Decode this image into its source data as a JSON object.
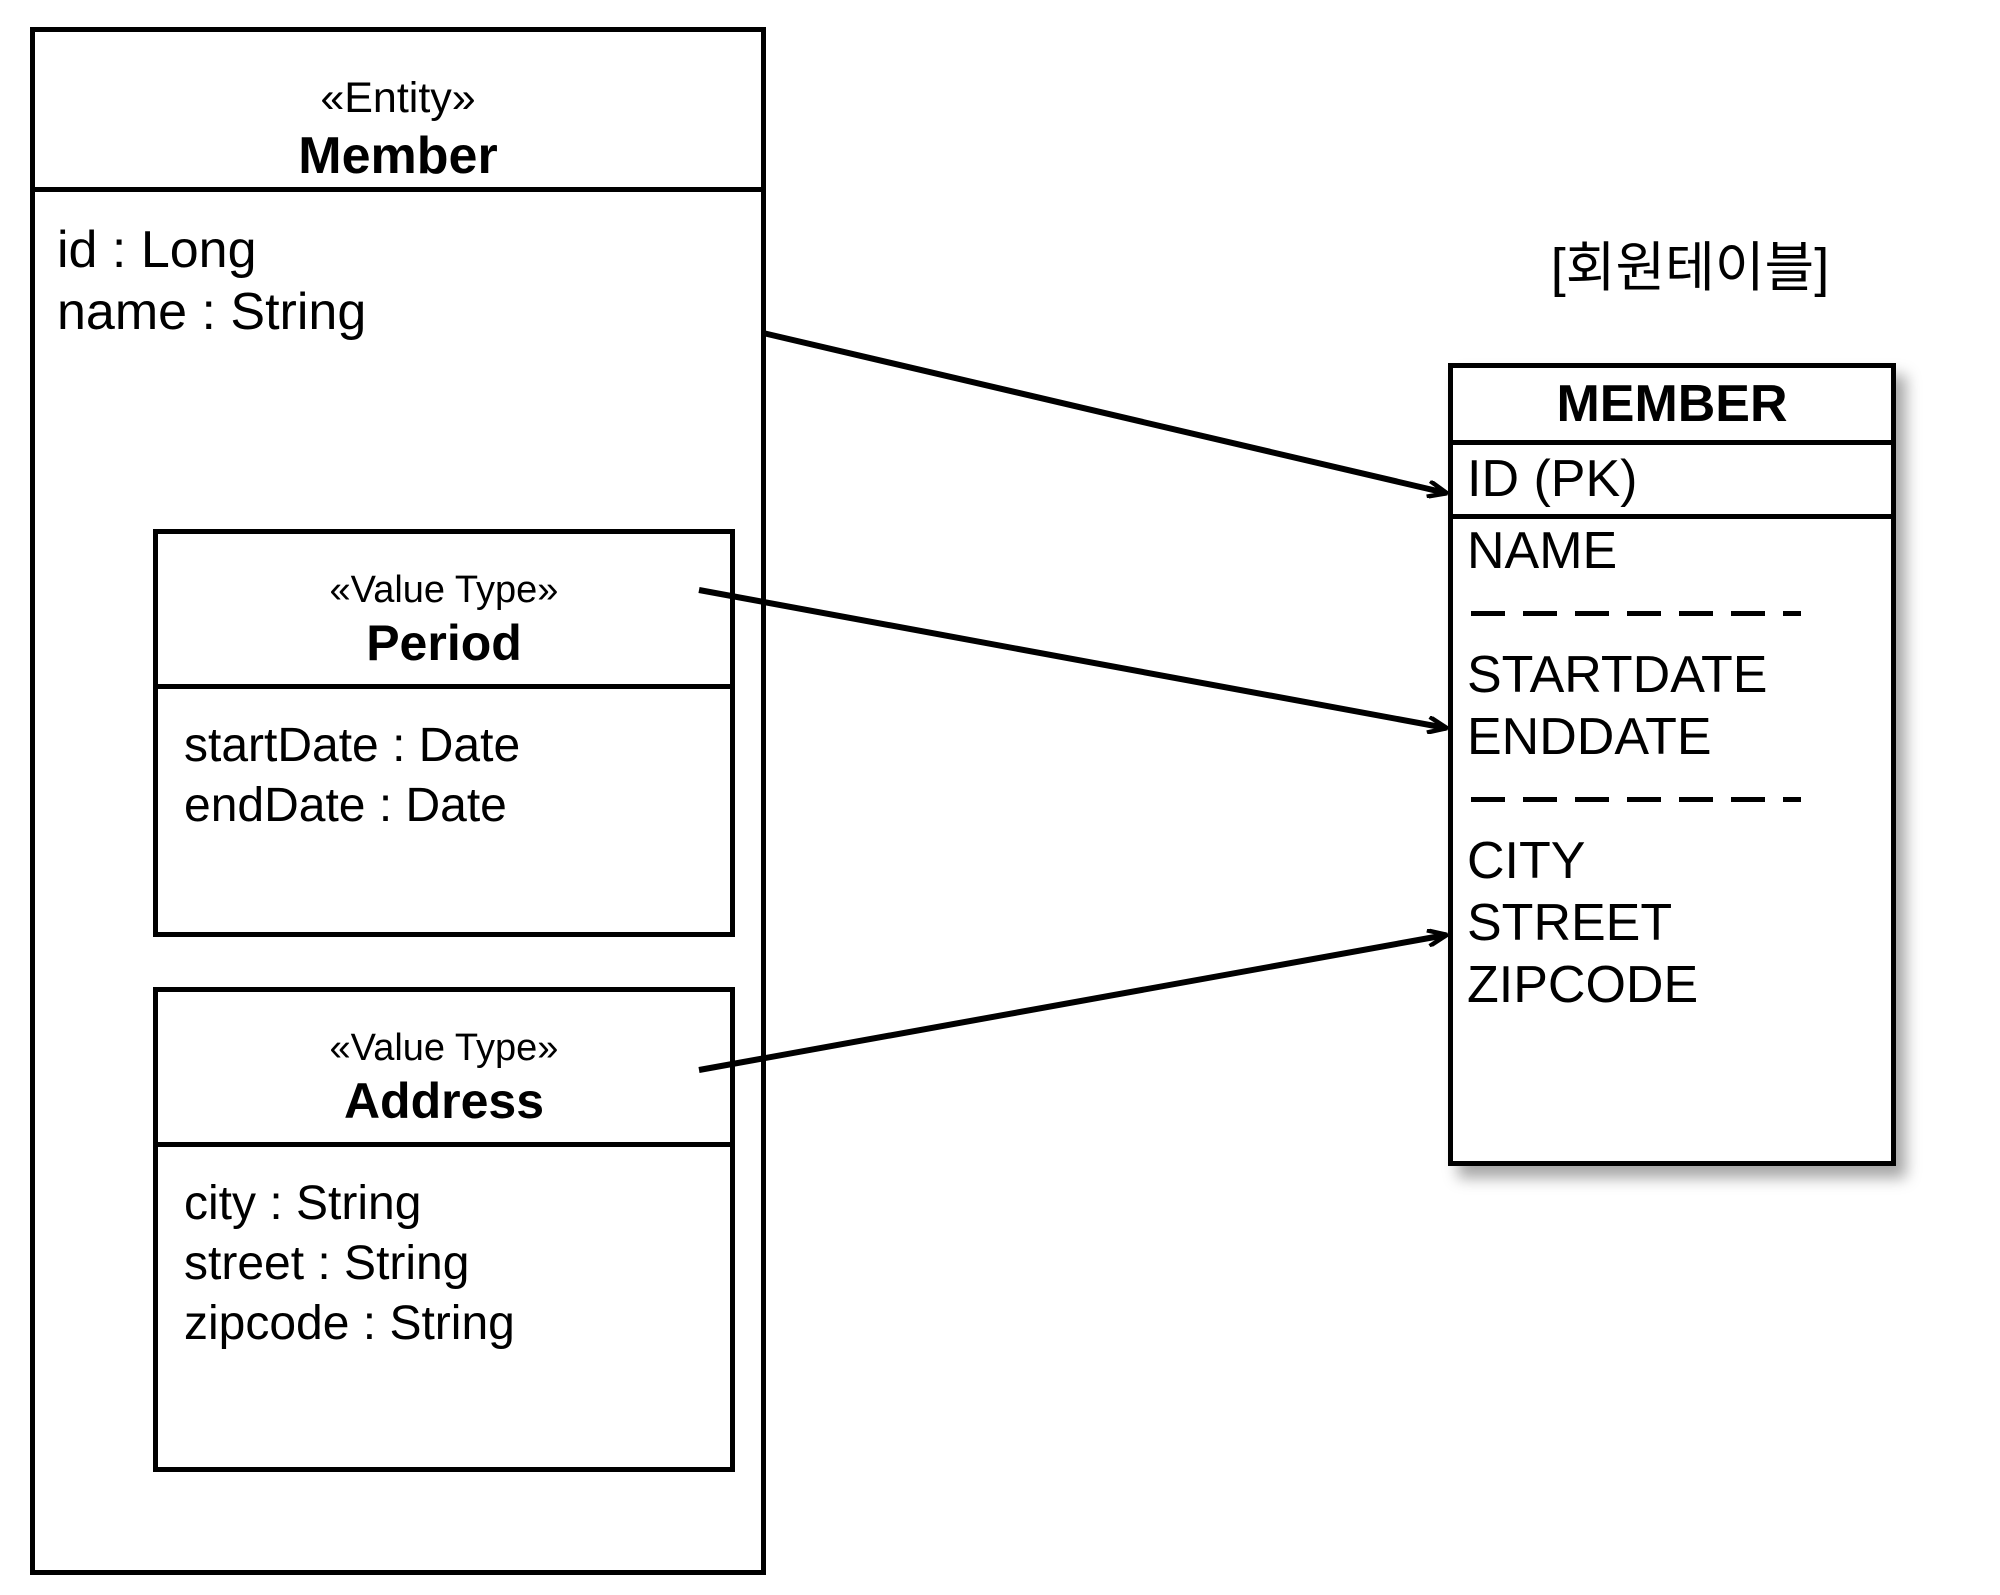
{
  "diagram": {
    "title_caption": "[회원테이블]",
    "entity": {
      "stereotype": "«Entity»",
      "name": "Member",
      "attributes": [
        "id : Long",
        "name : String"
      ],
      "value_types": [
        {
          "stereotype": "«Value Type»",
          "name": "Period",
          "attributes": [
            "startDate : Date",
            "endDate : Date"
          ]
        },
        {
          "stereotype": "«Value Type»",
          "name": "Address",
          "attributes": [
            "city : String",
            "street : String",
            "zipcode : String"
          ]
        }
      ]
    },
    "table": {
      "name": "MEMBER",
      "primary_key": "ID (PK)",
      "groups": [
        {
          "columns": [
            "NAME"
          ]
        },
        {
          "columns": [
            "STARTDATE",
            "ENDDATE"
          ]
        },
        {
          "columns": [
            "CITY",
            "STREET",
            "ZIPCODE"
          ]
        }
      ]
    },
    "mappings": [
      {
        "from": "Member",
        "to": "ID (PK)"
      },
      {
        "from": "Period",
        "to": "STARTDATE"
      },
      {
        "from": "Address",
        "to": "CITY"
      }
    ],
    "colors": {
      "line": "#000000",
      "background": "#ffffff"
    }
  }
}
